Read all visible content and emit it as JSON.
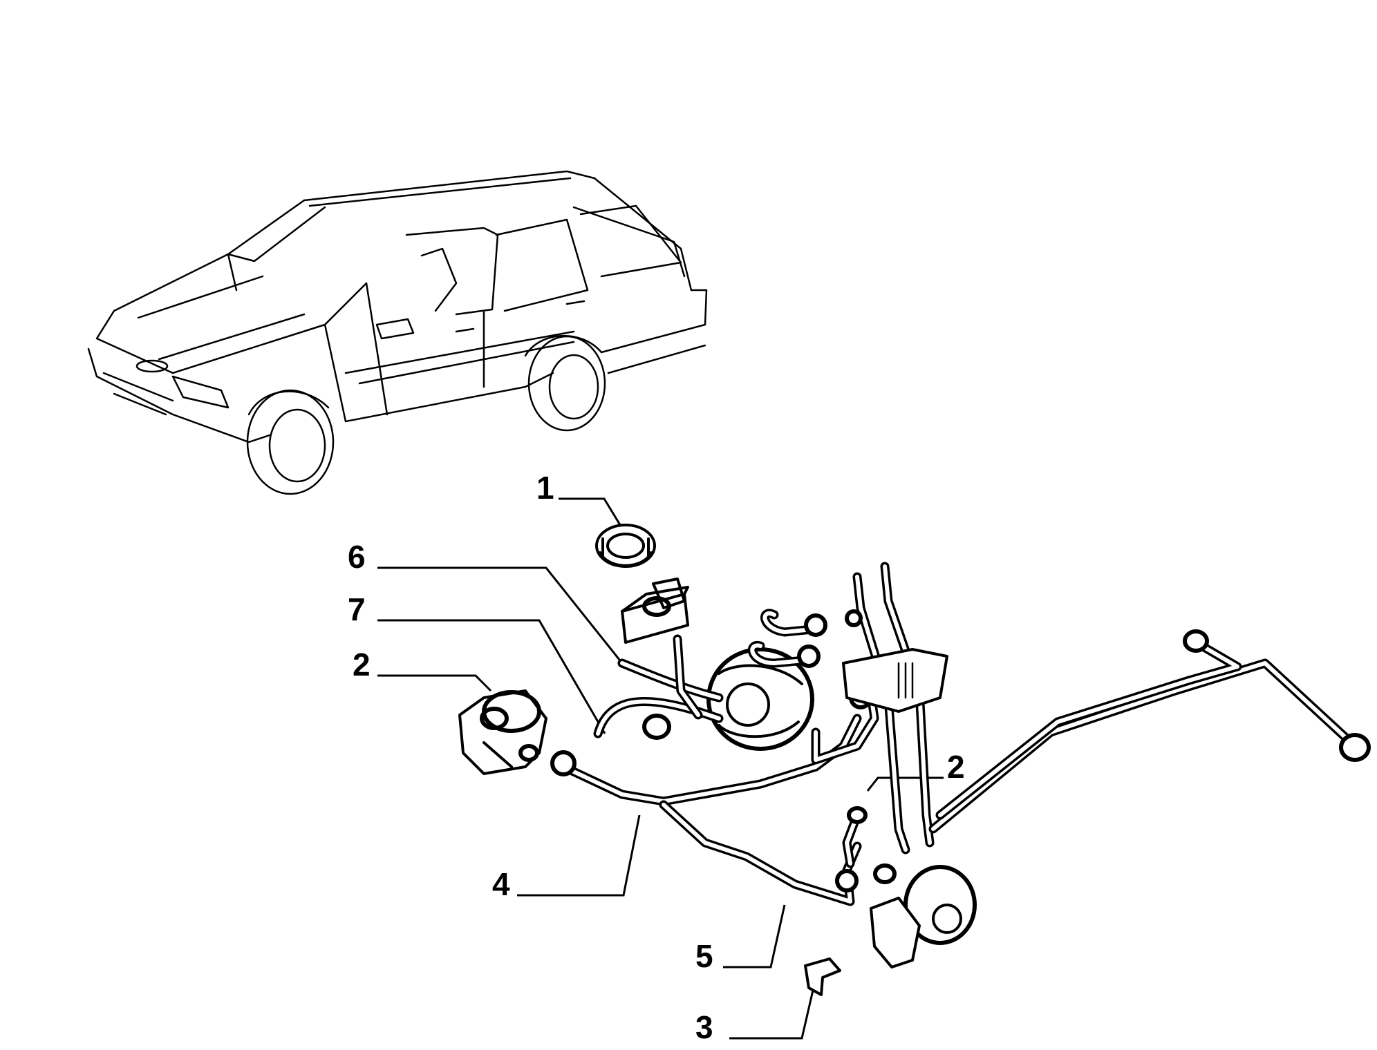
{
  "figure": {
    "callouts": [
      {
        "id": "c1",
        "label": "1"
      },
      {
        "id": "c6",
        "label": "6"
      },
      {
        "id": "c7",
        "label": "7"
      },
      {
        "id": "c2a",
        "label": "2"
      },
      {
        "id": "c2b",
        "label": "2"
      },
      {
        "id": "c4",
        "label": "4"
      },
      {
        "id": "c5",
        "label": "5"
      },
      {
        "id": "c3",
        "label": "3"
      }
    ]
  }
}
